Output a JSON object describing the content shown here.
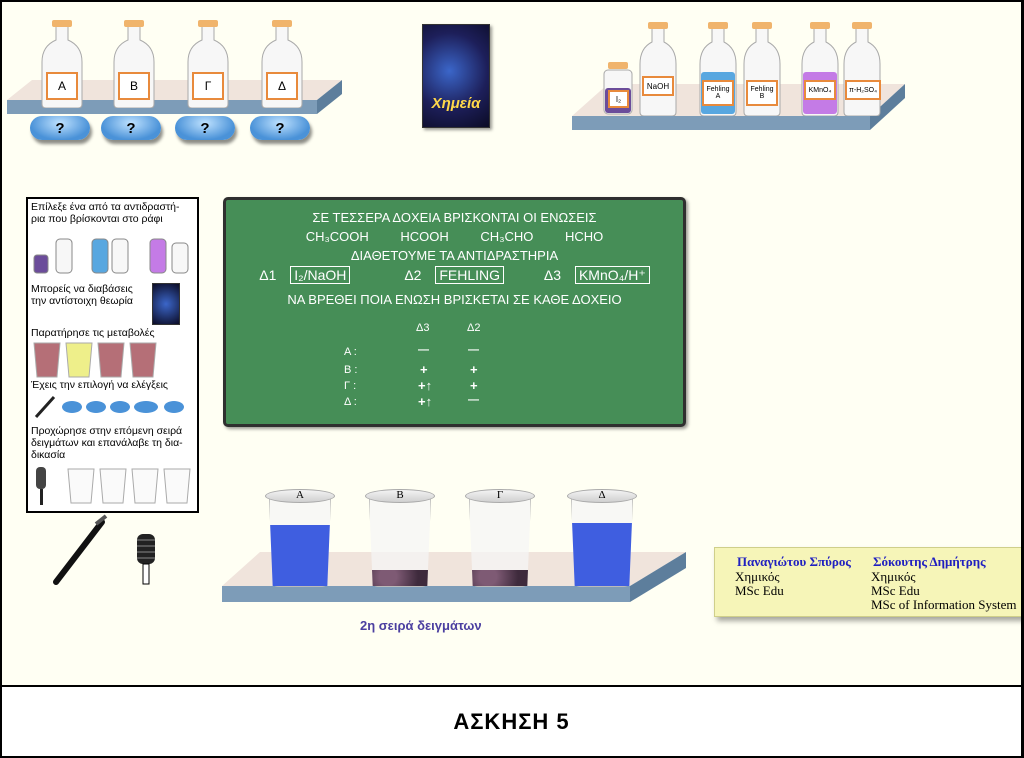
{
  "sample_bottles": {
    "labels": [
      "Α",
      "Β",
      "Γ",
      "Δ"
    ],
    "unknown_marks": [
      "?",
      "?",
      "?",
      "?"
    ]
  },
  "reagent_bottles": [
    {
      "label": "I₂",
      "liquid": "#6b4c9a"
    },
    {
      "label": "NaOH",
      "liquid": "#f4f4f4"
    },
    {
      "label": "Fehling A",
      "liquid": "#58a7e0"
    },
    {
      "label": "Fehling B",
      "liquid": "#f4f4f4"
    },
    {
      "label": "KMnO₄",
      "liquid": "#c47be6"
    },
    {
      "label": "π-H₂SO₄",
      "liquid": "#f4f4f4"
    }
  ],
  "book": {
    "title": "Χημεία"
  },
  "board": {
    "line1": "ΣΕ ΤΕΣΣΕΡΑ ΔΟΧΕΙΑ ΒΡΙΣΚΟΝΤΑΙ ΟΙ ΕΝΩΣΕΙΣ",
    "compounds": [
      "CH₃COOH",
      "HCOOH",
      "CH₃CHO",
      "HCHO"
    ],
    "line3": "ΔΙΑΘΕΤΟΥΜΕ ΤΑ ΑΝΤΙΔΡΑΣΤΗΡΙΑ",
    "reagents": [
      {
        "tag": "Δ1",
        "name": "I₂/NaOH"
      },
      {
        "tag": "Δ2",
        "name": "FEHLING"
      },
      {
        "tag": "Δ3",
        "name": "KMnO₄/H⁺"
      }
    ],
    "line5": "ΝΑ ΒΡΕΘΕΙ ΠΟΙΑ ΕΝΩΣΗ ΒΡΙΣΚΕΤΑΙ ΣΕ ΚΑΘΕ ΔΟΧΕΙΟ",
    "table": {
      "headers": [
        "Δ3",
        "Δ2"
      ],
      "rows": [
        {
          "label": "Α :",
          "d3": "—",
          "d2": "—"
        },
        {
          "label": "Β :",
          "d3": "+",
          "d2": "+"
        },
        {
          "label": "Γ :",
          "d3": "+↑",
          "d2": "+"
        },
        {
          "label": "Δ :",
          "d3": "+↑",
          "d2": "—"
        }
      ]
    }
  },
  "instructions": {
    "step1": "Επίλεξε ένα από τα αντιδραστή-\nρια που βρίσκονται στο ράφι",
    "step2": "Μπορείς να διαβάσεις\nτην αντίστοιχη θεωρία",
    "step3": "Παρατήρησε τις μεταβολές",
    "step4": "Έχεις την επιλογή να ελέγξεις",
    "step5": "Προχώρησε  στην επόμενη σειρά\nδειγμάτων και επανάλαβε τη δια-\nδικασία"
  },
  "beakers": [
    {
      "label": "Α",
      "liquid": "#3f5ee0",
      "precipitate": false
    },
    {
      "label": "Β",
      "liquid": "none",
      "precipitate": true
    },
    {
      "label": "Γ",
      "liquid": "none",
      "precipitate": true
    },
    {
      "label": "Δ",
      "liquid": "#3f5ee0",
      "precipitate": false
    }
  ],
  "series_caption": "2η σειρά δειγμάτων",
  "authors": {
    "a1_name": "Παναγιώτου Σπύρος",
    "a1_l1": "Χημικός",
    "a1_l2": "MSc Edu",
    "a2_name": "Σόκουτης Δημήτρης",
    "a2_l1": "Χημικός",
    "a2_l2": "MSc Edu",
    "a2_l3": "MSc of Information System"
  },
  "footer": {
    "title": "ΑΣΚΗΣΗ 5"
  },
  "colors": {
    "board": "#468e57",
    "shelf_top": "#f0e4dc",
    "shelf_front": "#7d9cb8",
    "author_name": "#2020c0",
    "caption": "#4b3fa0"
  }
}
